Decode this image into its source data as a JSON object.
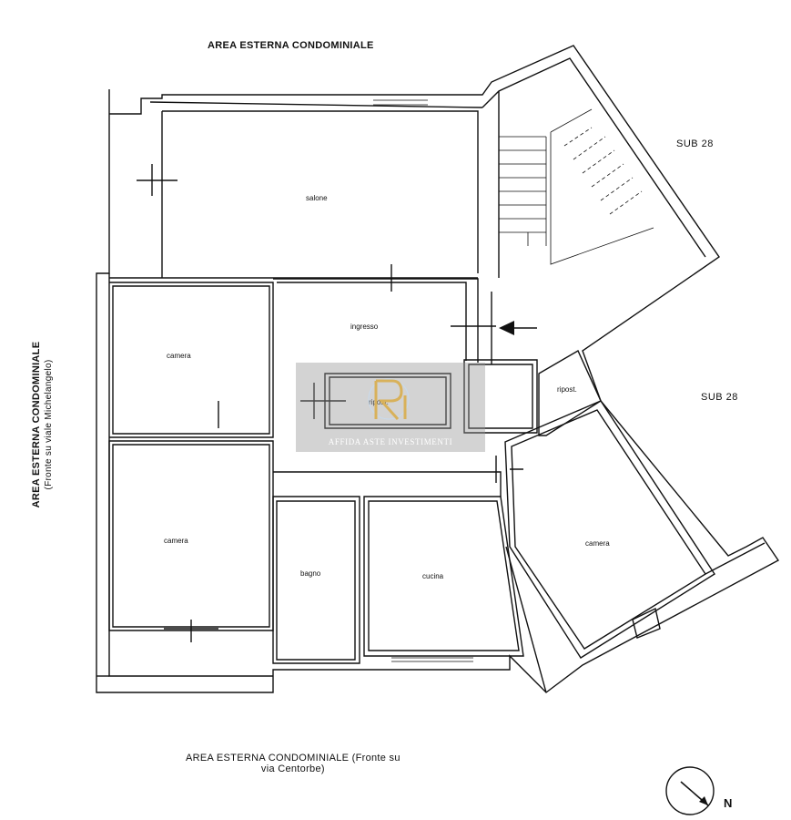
{
  "labels": {
    "area_top": "AREA ESTERNA CONDOMINIALE",
    "area_left_line1": "AREA ESTERNA CONDOMINIALE",
    "area_left_line2": "(Fronte su viale Michelangelo)",
    "area_bottom_line1": "AREA ESTERNA CONDOMINIALE (Fronte su",
    "area_bottom_line2": "via Centorbe)",
    "sub_top": "SUB  28",
    "sub_right": "SUB  28",
    "north": "N"
  },
  "rooms": {
    "salone": "salone",
    "ingresso": "ingresso",
    "camera_left_top": "camera",
    "camera_left_bottom": "camera",
    "ripost_center": "ripost.",
    "ripost_right": "ripost.",
    "bagno": "bagno",
    "cucina": "cucina",
    "camera_right": "camera"
  },
  "watermark": {
    "text": "AFFIDA ASTE INVESTIMENTI"
  },
  "colors": {
    "wall": "#111111",
    "watermark_bg": "#969696",
    "logo_gold": "#d8b15a"
  }
}
